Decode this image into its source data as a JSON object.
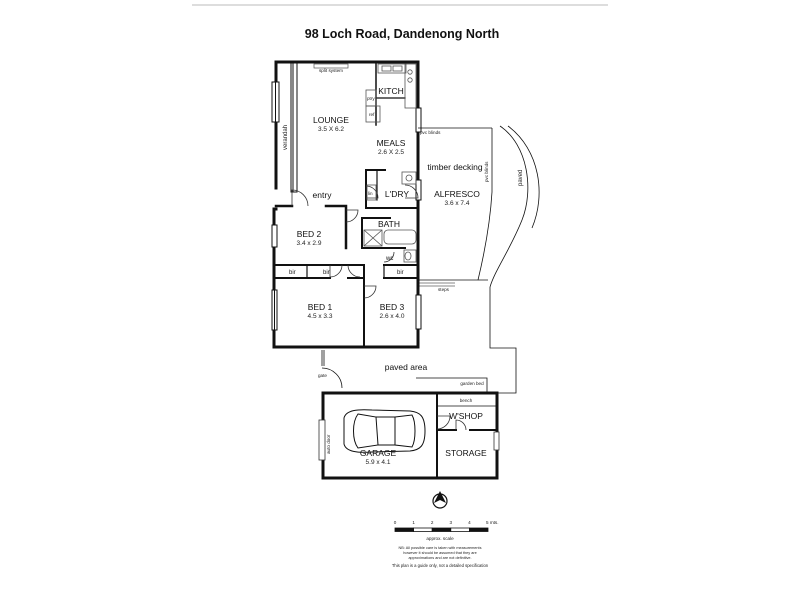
{
  "title": "98 Loch Road, Dandenong North",
  "rooms": {
    "lounge": {
      "name": "LOUNGE",
      "dims": "3.5 X 6.2"
    },
    "kitchen": {
      "name": "KITCH"
    },
    "meals": {
      "name": "MEALS",
      "dims": "2.6 X 2.5"
    },
    "laundry": {
      "name": "L'DRY"
    },
    "bath": {
      "name": "BATH"
    },
    "bed2": {
      "name": "BED 2",
      "dims": "3.4 x 2.9"
    },
    "bed1": {
      "name": "BED 1",
      "dims": "4.5 x 3.3"
    },
    "bed3": {
      "name": "BED 3",
      "dims": "2.6 x 4.0"
    },
    "alfresco": {
      "name": "ALFRESCO",
      "dims": "3.6 x 7.4"
    },
    "garage": {
      "name": "GARAGE",
      "dims": "5.9 x 4.1"
    },
    "workshop": {
      "name": "W'SHOP"
    },
    "storage": {
      "name": "STORAGE"
    }
  },
  "labels": {
    "split_system": "split system",
    "pantry": "ptry",
    "fridge": "ref",
    "verandah": "verandah",
    "entry": "entry",
    "linen": "lin",
    "wc": "wc",
    "bir": "bir",
    "pvc_blinds": "pvc blinds",
    "timber_decking": "timber decking",
    "paved": "paved",
    "steps": "steps",
    "paved_area": "paved area",
    "gate": "gate",
    "garden_bed": "garden bed",
    "bench": "bench",
    "auto_door": "auto door"
  },
  "scale": {
    "ticks": [
      "0",
      "1",
      "2",
      "3",
      "4",
      "5 mts."
    ],
    "caption": "approx. scale",
    "compass": "N"
  },
  "notes": {
    "nb_line1": "NB:  All possible care is taken with measurements",
    "nb_line2": "however it should be assumed that they are",
    "nb_line3": "approximations and are not definitive.",
    "guide": "This plan is a guide only, not a detailed specification"
  },
  "colors": {
    "line": "#111111",
    "fixture": "#555555",
    "rule": "#bbbbbb"
  }
}
